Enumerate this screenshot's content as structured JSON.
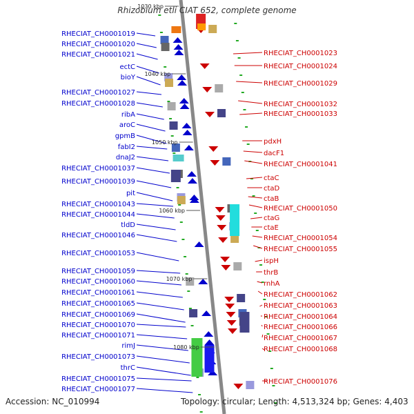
{
  "title": "Rhizobium etli CIAT 652, complete genome",
  "footer": {
    "accession": "Accession: NC_010994",
    "topology": "Topology: circular; Length: 4,513,324 bp; Genes: 4,403"
  },
  "colors": {
    "left_genes": "#0000cc",
    "right_genes": "#cc0000",
    "backbone": "#888888"
  },
  "scale_labels": [
    "1030 kbp",
    "1040 kbp",
    "1050 kbp",
    "1060 kbp",
    "1070 kbp",
    "1080 kbp"
  ],
  "left_labels": [
    "RHECIAT_CH0001019",
    "RHECIAT_CH0001020",
    "RHECIAT_CH0001021",
    "ectC",
    "bioY",
    "RHECIAT_CH0001027",
    "RHECIAT_CH0001028",
    "ribA",
    "aroC",
    "gpmB",
    "fabI2",
    "dnaJ2",
    "RHECIAT_CH0001037",
    "RHECIAT_CH0001039",
    "pit",
    "RHECIAT_CH0001043",
    "RHECIAT_CH0001044",
    "tldD",
    "RHECIAT_CH0001046",
    "RHECIAT_CH0001053",
    "RHECIAT_CH0001059",
    "RHECIAT_CH0001060",
    "RHECIAT_CH0001061",
    "RHECIAT_CH0001065",
    "RHECIAT_CH0001069",
    "RHECIAT_CH0001070",
    "RHECIAT_CH0001071",
    "rimJ",
    "RHECIAT_CH0001073",
    "thrC",
    "RHECIAT_CH0001075",
    "RHECIAT_CH0001077"
  ],
  "right_labels": [
    "RHECIAT_CH0001023",
    "RHECIAT_CH0001024",
    "RHECIAT_CH0001029",
    "RHECIAT_CH0001032",
    "RHECIAT_CH0001033",
    "pdxH",
    "dacF1",
    "RHECIAT_CH0001041",
    "ctaC",
    "ctaD",
    "ctaB",
    "RHECIAT_CH0001050",
    "ctaG",
    "ctaE",
    "RHECIAT_CH0001054",
    "RHECIAT_CH0001055",
    "ispH",
    "thrB",
    "rnhA",
    "RHECIAT_CH0001062",
    "RHECIAT_CH0001063",
    "RHECIAT_CH0001064",
    "RHECIAT_CH0001066",
    "RHECIAT_CH0001067",
    "RHECIAT_CH0001068",
    "RHECIAT_CH0001076"
  ]
}
